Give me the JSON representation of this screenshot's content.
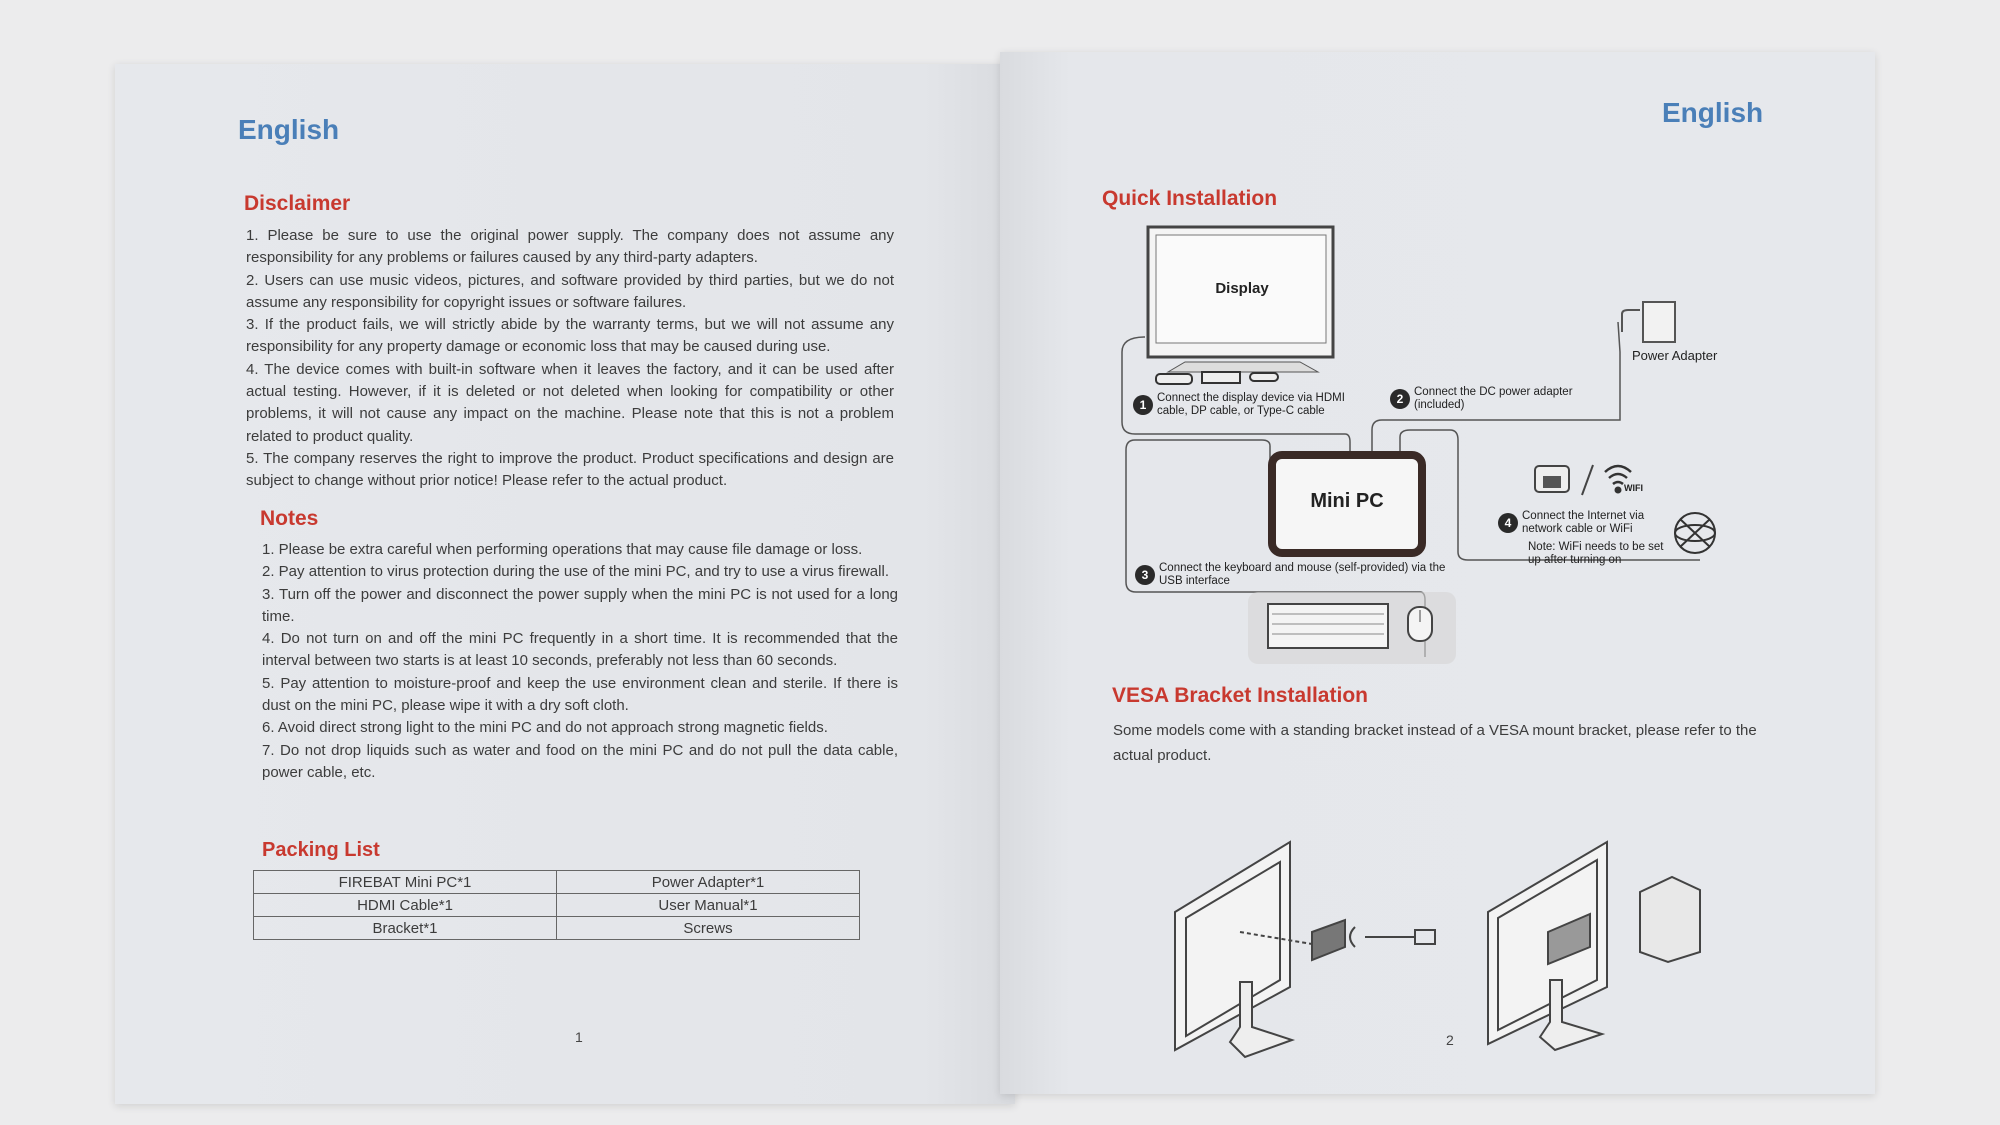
{
  "left_page": {
    "language": "English",
    "disclaimer": {
      "title": "Disclaimer",
      "items": [
        "1. Please be sure to use the original power supply. The company does not assume any responsibility for any problems or failures caused by any third-party adapters.",
        "2. Users can use music videos, pictures, and software provided by third parties, but we do not assume any responsibility for copyright issues or software failures.",
        "3. If the product fails, we will strictly abide by the warranty terms, but we will not assume any responsibility for any property damage or economic loss that may be caused during use.",
        "4. The device comes with built-in software when it leaves the factory, and it can be used after actual testing. However, if it is deleted or not deleted when looking for compatibility or other problems, it will not cause any impact on the machine. Please note that this is not a problem related to product quality.",
        "5. The company reserves the right to improve the product. Product specifications and design are subject to change without prior notice! Please refer to the actual product."
      ]
    },
    "notes": {
      "title": "Notes",
      "items": [
        "1.  Please be extra careful when performing operations that may cause file damage or loss.",
        "2. Pay attention to virus protection during the use of the mini PC, and try to use a virus firewall.",
        "3. Turn off the power and disconnect the power supply when the mini PC is not used for a long time.",
        "4. Do not turn on and off the mini PC frequently in a short time. It is recommended that the interval between two starts is at least 10 seconds, preferably not less than 60 seconds.",
        "5. Pay attention to moisture-proof and keep the use environment clean and sterile. If there is dust on the mini PC, please wipe it with a dry soft cloth.",
        "6. Avoid direct strong light to the mini PC and do not approach strong magnetic fields.",
        "7. Do not drop liquids such as water and food on the mini PC and do not pull the data cable, power cable, etc."
      ]
    },
    "packing_list": {
      "title": "Packing List",
      "rows": [
        [
          "FIREBAT Mini PC*1",
          "Power Adapter*1"
        ],
        [
          "HDMI Cable*1",
          "User Manual*1"
        ],
        [
          "Bracket*1",
          "Screws"
        ]
      ]
    },
    "page_number": "1"
  },
  "right_page": {
    "language": "English",
    "quick_install": {
      "title": "Quick Installation",
      "display": "Display",
      "mini_pc": "Mini PC",
      "power_adapter": "Power Adapter",
      "wifi": "WIFI",
      "steps": [
        {
          "num": "1",
          "text": "Connect the display device via HDMI cable, DP cable, or Type-C cable"
        },
        {
          "num": "2",
          "text": "Connect the DC power adapter (included)"
        },
        {
          "num": "3",
          "text": "Connect the keyboard and mouse (self-provided) via the USB interface"
        },
        {
          "num": "4",
          "text": "Connect the Internet via network cable or WiFi"
        }
      ],
      "wifi_note": "Note: WiFi needs to be set up after turning on"
    },
    "vesa": {
      "title": "VESA Bracket Installation",
      "text": "Some models come with a standing bracket instead of a VESA mount bracket, please refer to the actual product."
    },
    "page_number": "2"
  },
  "colors": {
    "heading": "#c8392f",
    "language": "#4a7fb8"
  }
}
